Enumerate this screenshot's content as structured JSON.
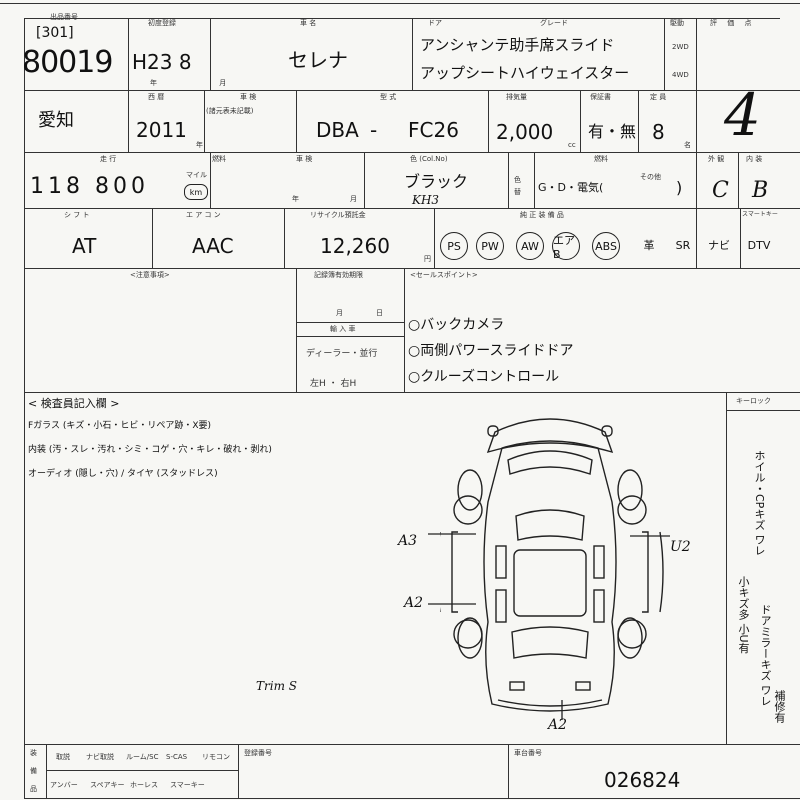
{
  "header": {
    "lot_label": "出品番号",
    "lot_prefix": "[301]",
    "lot_number": "80019",
    "reg_label": "初度登録",
    "reg_value": "H23 8",
    "reg_sub": "年 月",
    "car_name_label": "車 名",
    "car_name": "セレナ",
    "door_label": "ドア",
    "grade_label": "グレード",
    "grade_line1": "アンシャンテ助手席スライド",
    "grade_line2": "アップシートハイウェイスター",
    "drive_label": "駆動",
    "drive_2wd": "2WD",
    "drive_4wd": "4WD",
    "score_label": "評 価 点",
    "score_value": "4"
  },
  "row2": {
    "region": "愛知",
    "year_label": "西 暦",
    "year_value": "2011",
    "year_unit": "年",
    "inspection_label": "車 検",
    "inspection_note": "(諸元表未記載)",
    "model_label": "型 式",
    "model_prefix": "DBA",
    "model_dash": "-",
    "model_code": "FC26",
    "displacement_label": "排気量",
    "displacement_value": "2,000",
    "displacement_unit": "cc",
    "warranty_label": "保証書",
    "warranty_value": "有・無",
    "capacity_label": "定 員",
    "capacity_value": "8",
    "capacity_unit": "名"
  },
  "row3": {
    "mileage_label": "走 行",
    "mileage_value": "118 800",
    "mileage_unit_top": "マイル",
    "mileage_unit_km": "km",
    "fuel_label": "燃料",
    "inspection_label": "車 検",
    "inspection_unit": "年",
    "inspection_unit2": "月",
    "color_label": "色 (Col.No)",
    "color_value": "ブラック",
    "color_code": "KH3",
    "color_change_label": "色替",
    "fuel_type_label": "燃料",
    "fuel_type_value": "G・D・電気(",
    "fuel_other": "その他",
    "fuel_close": ")",
    "exterior_label": "外 観",
    "interior_label": "内 装",
    "exterior_value": "C",
    "interior_value": "B"
  },
  "row4": {
    "shift_label": "シ フ ト",
    "shift_value": "AT",
    "ac_label": "エ ア コ ン",
    "ac_value": "AAC",
    "recycle_label": "リサイクル預託金",
    "recycle_value": "12,260",
    "recycle_unit": "円",
    "equipment_label": "純 正 装 備 品",
    "equip": [
      "PS",
      "PW",
      "AW",
      "エアB",
      "ABS",
      "革",
      "SR",
      "ナビ",
      "DTV"
    ],
    "keyless_label": "スマートキー"
  },
  "notes": {
    "caution_label": "<注意事項>",
    "record_label": "記録簿有効期限",
    "record_unit_m": "月",
    "record_unit_d": "日",
    "import_label": "輸 入 車",
    "dealer_label": "ディーラー・並行",
    "handle_label": "左H ・ 右H",
    "sales_label": "<セールスポイント>",
    "sales_points": [
      "○バックカメラ",
      "○両側パワースライドドア",
      "○クルーズコントロール"
    ]
  },
  "inspector": {
    "title": "< 検査員記入欄 >",
    "line1": "Fガラス (キズ・小石・ヒビ・リペア跡・X要)",
    "line2": "内装 (汚・スレ・汚れ・シミ・コゲ・穴・キレ・破れ・剥れ)",
    "line3": "オーディオ (隠し・穴) / タイヤ (スタッドレス)",
    "keyless_label": "キーロック",
    "side_note_1": "ホイル・CPキズ ワレ",
    "side_note_2": "ドアミラーキズ ワレ",
    "side_note_3": "小キズ多 小U有",
    "side_note_4": "補修有",
    "annotations": [
      "A3",
      "U2",
      "A2",
      "A2"
    ],
    "scribble": "Trim S"
  },
  "footer": {
    "equip_label_1": "装",
    "equip_label_2": "備",
    "equip_label_3": "品",
    "items_row1": [
      "取説",
      "ナビ取説",
      "ルーム/SC",
      "S-CAS",
      "リモコン"
    ],
    "items_row2": [
      "アンバー",
      "スペアキー",
      "ホーレス",
      "スマーキー"
    ],
    "reg_number_label": "登録番号",
    "chassis_label": "車台番号",
    "chassis_number": "026824"
  }
}
